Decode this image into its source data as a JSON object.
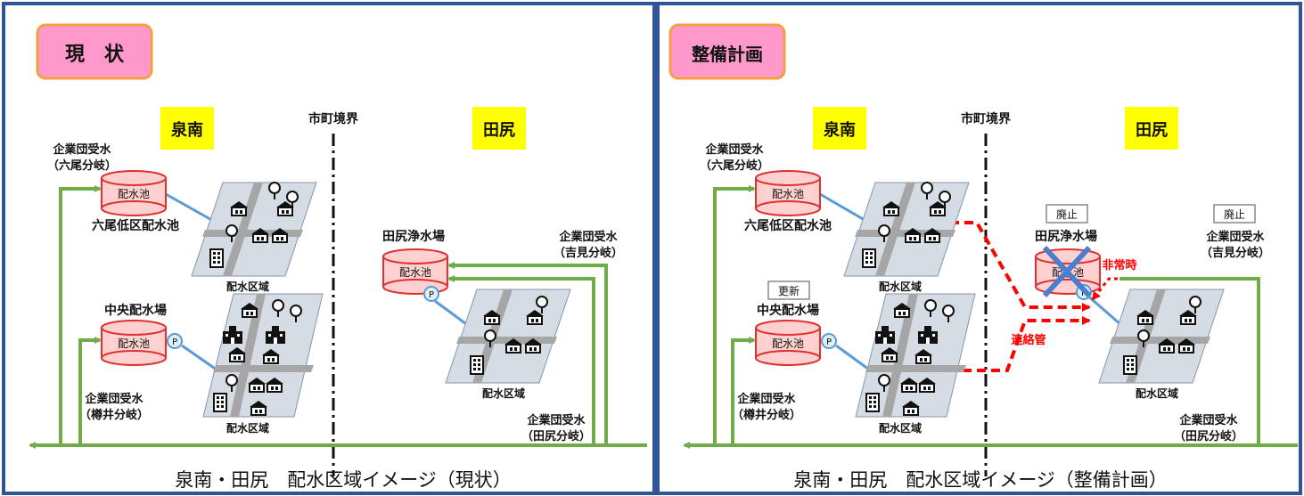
{
  "left": {
    "badge": "現　状",
    "region_left": "泉南",
    "region_right": "田尻",
    "boundary": "市町境界",
    "supply_top_l1": "企業団受水",
    "supply_top_l2": "（六尾分岐）",
    "tank": "配水池",
    "rokuo_label": "六尾低区配水池",
    "chuo_label": "中央配水場",
    "district": "配水区域",
    "tajiri_plant": "田尻浄水場",
    "supply_right_l1": "企業団受水",
    "supply_right_l2": "（吉見分岐）",
    "supply_bl_l1": "企業団受水",
    "supply_bl_l2": "（樽井分岐）",
    "supply_br_l1": "企業団受水",
    "supply_br_l2": "（田尻分岐）",
    "caption": "泉南・田尻　配水区域イメージ（現状）"
  },
  "right": {
    "badge": "整備計画",
    "region_left": "泉南",
    "region_right": "田尻",
    "boundary": "市町境界",
    "supply_top_l1": "企業団受水",
    "supply_top_l2": "（六尾分岐）",
    "tank": "配水池",
    "rokuo_label": "六尾低区配水池",
    "chuo_label": "中央配水場",
    "renew_box": "更新",
    "abolish_box_1": "廃止",
    "abolish_box_2": "廃止",
    "district": "配水区域",
    "tajiri_plant": "田尻浄水場",
    "supply_right_l1": "企業団受水",
    "supply_right_l2": "（吉見分岐）",
    "supply_bl_l1": "企業団受水",
    "supply_bl_l2": "（樽井分岐）",
    "supply_br_l1": "企業団受水",
    "supply_br_l2": "（田尻分岐）",
    "emergency": "非常時",
    "connection": "連絡管",
    "caption": "泉南・田尻　配水区域イメージ（整備計画）"
  },
  "pump_symbol": "P",
  "colors": {
    "frame": "#2f5597",
    "badge_fill": "#ff99cc",
    "badge_border": "#f4a040",
    "region_fill": "#ffff00",
    "pipe_green": "#70ad47",
    "pipe_blue": "#5b9bd5",
    "tank_fill": "#ffd0d0",
    "tank_stroke": "#e03030",
    "red_dash": "#ff0000",
    "cross": "#4a7fd0"
  }
}
